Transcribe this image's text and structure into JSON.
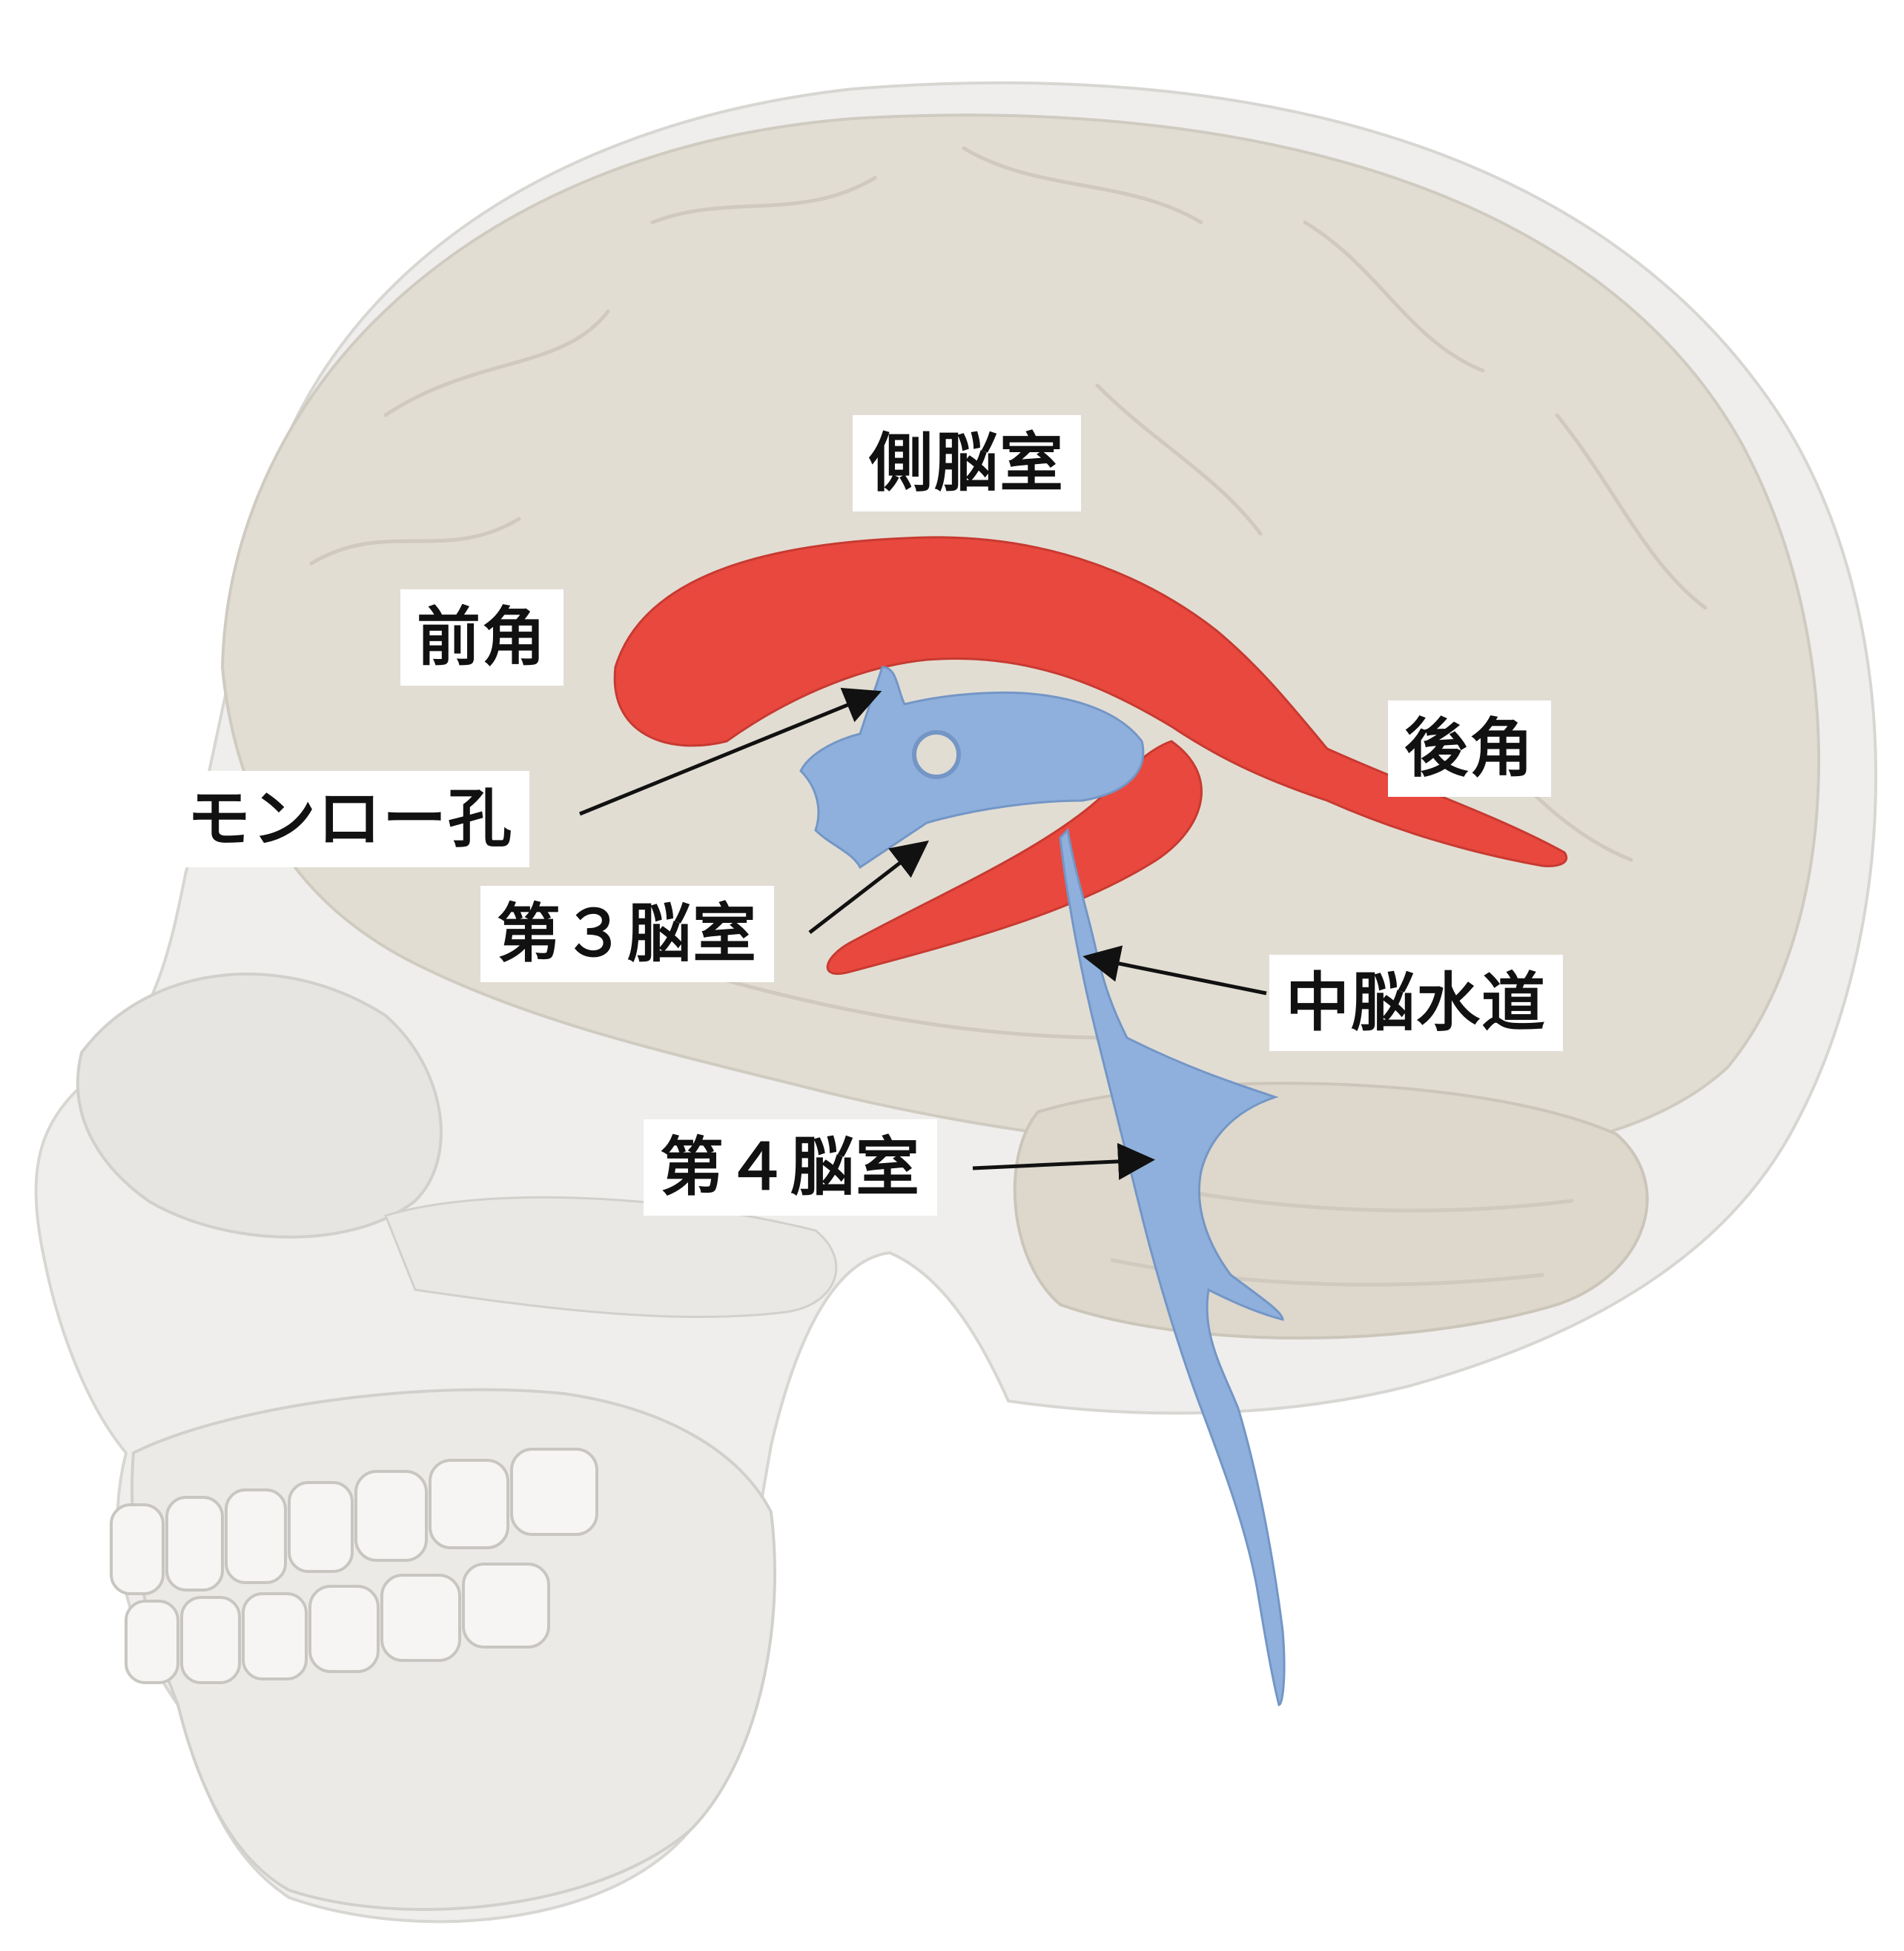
{
  "labels": {
    "lateral_ventricle": "側脳室",
    "anterior_horn": "前角",
    "posterior_horn": "後角",
    "foramen_of_monro": "モンロー孔",
    "third_ventricle": "第３脳室",
    "cerebral_aqueduct": "中脳水道",
    "fourth_ventricle": "第４脳室"
  },
  "colors": {
    "lateral_ventricle": "#e8483e",
    "third_fourth_ventricle": "#8fb0dc",
    "brain": "#e2ddd3",
    "skull": "#efeeec",
    "arrow": "#111111"
  }
}
